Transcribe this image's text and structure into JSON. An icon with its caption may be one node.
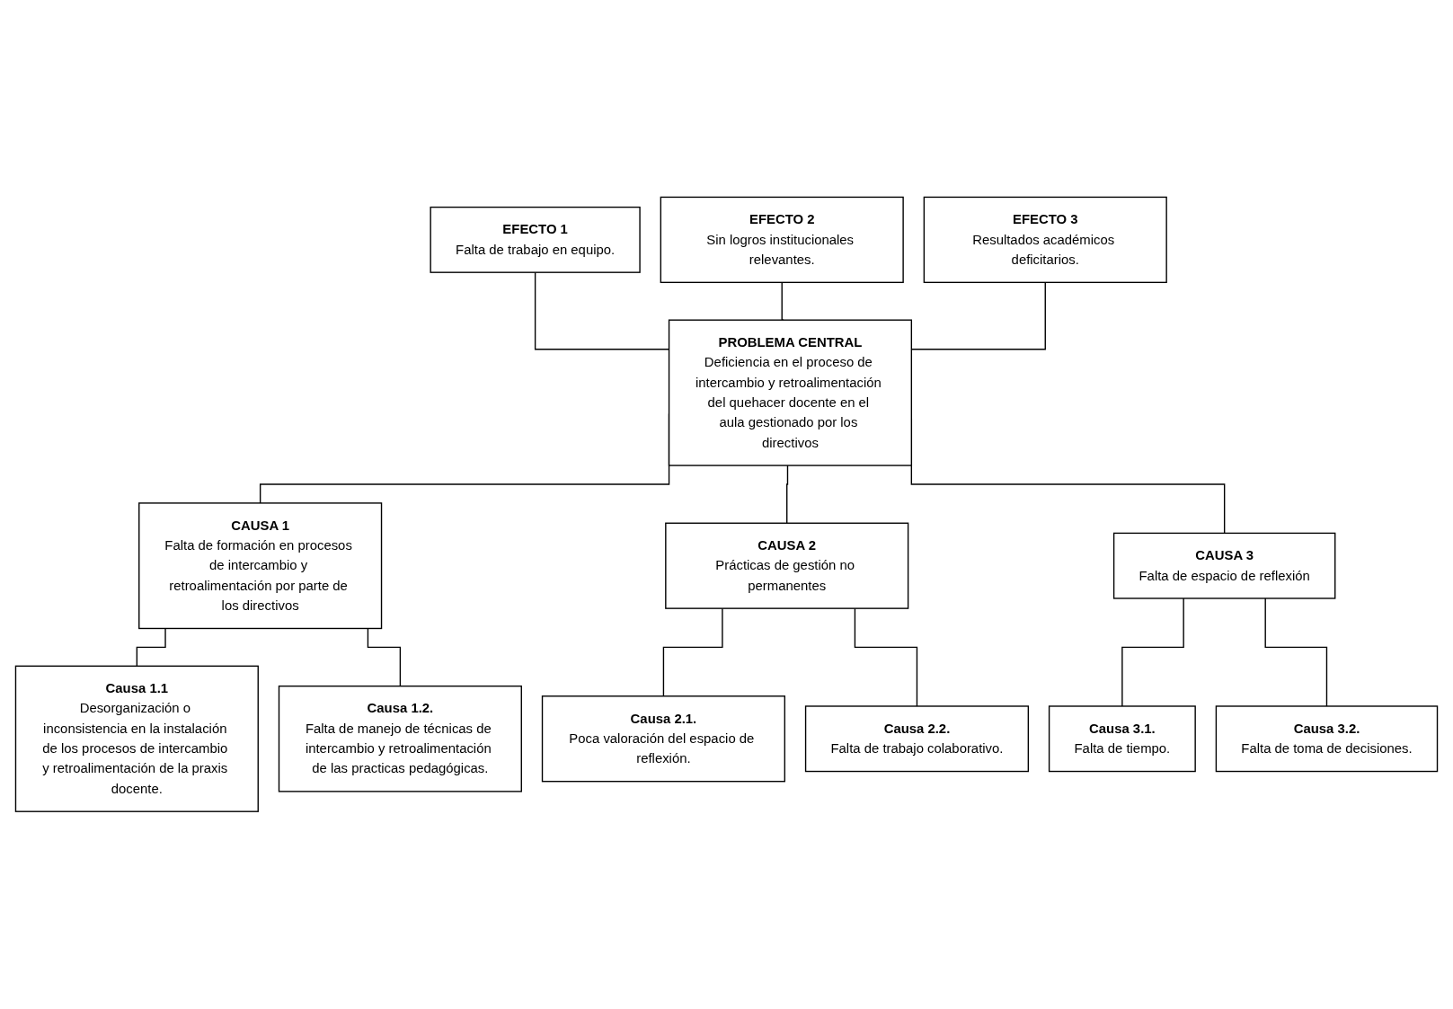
{
  "diagram": {
    "nodes": [
      {
        "text": [
          "EFECTO 1",
          "Falta de trabajo en equipo."
        ]
      },
      {
        "text": [
          "EFECTO 2",
          "Sin logros institucionales relevantes."
        ]
      },
      {
        "text": [
          "EFECTO 3",
          "Resultados académicos deficitarios."
        ]
      },
      {
        "text": [
          "PROBLEMA CENTRAL",
          "Deficiencia en el proceso de intercambio y retroalimentación del quehacer docente en el aula gestionado por los directivos"
        ]
      },
      {
        "text": [
          "CAUSA 1",
          "Falta de formación en procesos de intercambio y retroalimentación por parte de los directivos"
        ]
      },
      {
        "text": [
          "CAUSA 2",
          "Prácticas de gestión no permanentes"
        ]
      },
      {
        "text": [
          "CAUSA 3",
          "Falta de espacio de reflexión"
        ]
      },
      {
        "text": [
          "Causa 1.1",
          "Desorganización o inconsistencia en la instalación de los procesos de intercambio y retroalimentación de la praxis docente."
        ]
      },
      {
        "text": [
          "Causa 1.2.",
          "Falta de manejo de técnicas de intercambio y retroalimentación de las practicas pedagógicas."
        ]
      },
      {
        "text": [
          "Causa 2.1.",
          "Poca valoración del espacio de reflexión."
        ]
      },
      {
        "text": [
          "Causa 2.2.",
          "Falta de trabajo colaborativo."
        ]
      },
      {
        "text": [
          "Causa 3.1.",
          "Falta de tiempo."
        ]
      },
      {
        "text": [
          "Causa 3.2.",
          "Falta de toma de decisiones."
        ]
      }
    ],
    "edges": [
      {
        "from": 0,
        "to": 3,
        "arrow": "none"
      },
      {
        "from": 1,
        "to": 3,
        "arrow": "none"
      },
      {
        "from": 2,
        "to": 3,
        "arrow": "none"
      },
      {
        "from": 3,
        "to": 4,
        "arrow": "none"
      },
      {
        "from": 3,
        "to": 5,
        "arrow": "none"
      },
      {
        "from": 3,
        "to": 6,
        "arrow": "none"
      },
      {
        "from": 4,
        "to": 7,
        "arrow": "none"
      },
      {
        "from": 4,
        "to": 8,
        "arrow": "none"
      },
      {
        "from": 5,
        "to": 9,
        "arrow": "none"
      },
      {
        "from": 5,
        "to": 10,
        "arrow": "none"
      },
      {
        "from": 6,
        "to": 11,
        "arrow": "none"
      },
      {
        "from": 6,
        "to": 12,
        "arrow": "none"
      }
    ]
  }
}
